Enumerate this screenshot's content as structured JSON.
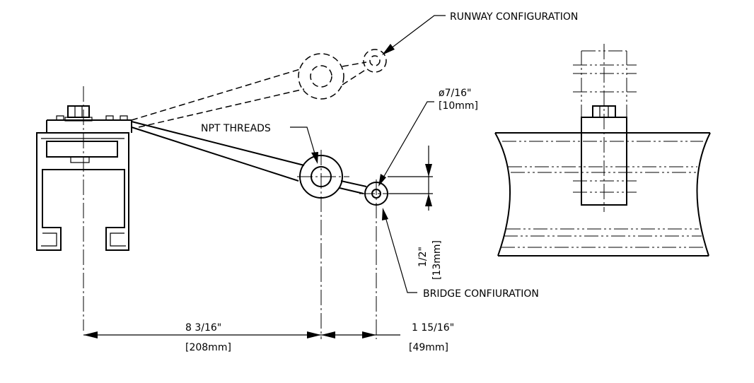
{
  "callouts": {
    "runway": "RUNWAY CONFIGURATION",
    "npt": "NPT THREADS",
    "bridge": "BRIDGE CONFIURATION"
  },
  "dimensions": {
    "hole_diameter": "ø7/16\"",
    "hole_diameter_mm": "[10mm]",
    "offset_vertical": "1/2\"",
    "offset_vertical_mm": "[13mm]",
    "span_main": "8 3/16\"",
    "span_main_mm": "[208mm]",
    "span_short": "1 15/16\"",
    "span_short_mm": "[49mm]"
  }
}
